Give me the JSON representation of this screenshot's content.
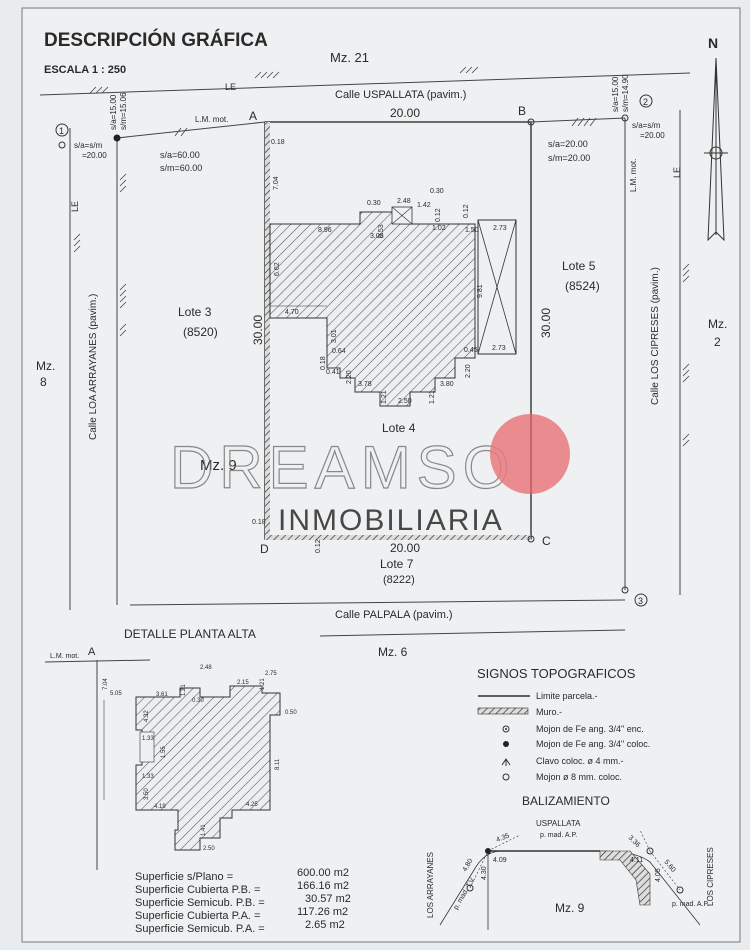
{
  "header": {
    "title": "DESCRIPCIÓN GRÁFICA",
    "scale": "ESCALA 1 : 250"
  },
  "north": "N",
  "blocks": {
    "top": "Mz. 21",
    "left": "Mz.",
    "left_num": "8",
    "right": "Mz.",
    "right_num": "2",
    "center": "Mz. 9",
    "bottom": "Mz. 6"
  },
  "streets": {
    "top": "Calle USPALLATA (pavim.)",
    "left": "Calle LOA ARRAYANES (pavim.)",
    "right": "Calle LOS CIPRESES (pavim.)",
    "bottom": "Calle PALPALA (pavim.)"
  },
  "plan": {
    "corners": {
      "a": "A",
      "b": "B",
      "c": "C",
      "d": "D"
    },
    "top_len": "20.00",
    "bottom_len": "20.00",
    "left_len": "30.00",
    "right_len": "30.00",
    "le": "LE",
    "lm_mot": "L.M. mot.",
    "sa_left1": "s/a=s/m",
    "sa_left2": "=20.00",
    "sa_a1": "s/a=60.00",
    "sa_a2": "s/m=60.00",
    "sa_vert_a1": "s/a=15.00",
    "sa_vert_a2": "s/m=15.06",
    "sa_b1": "s/a=20.00",
    "sa_b2": "s/m=20.00",
    "sa_vert_b1": "s/a=15.00",
    "sa_vert_b2": "s/m=14.90",
    "sa_right1": "s/a=s/m",
    "sa_right2": "=20.00",
    "circles": [
      "1",
      "2",
      "3"
    ],
    "lotes": {
      "l3": "Lote 3",
      "l3n": "(8520)",
      "l4": "Lote 4",
      "l5": "Lote 5",
      "l5n": "(8524)",
      "l7": "Lote 7",
      "l7n": "(8222)"
    },
    "dims": [
      "0.18",
      "7.04",
      "8.96",
      "6.62",
      "4.70",
      "0.30",
      "2.48",
      "0.30",
      "1.42",
      "0.53",
      "0.12",
      "0.12",
      "3.08",
      "1.02",
      "1.50",
      "2.73",
      "9.81",
      "0.45",
      "2.73",
      "3.01",
      "0.64",
      "0.18",
      "0.41",
      "2.20",
      "3.78",
      "1.21",
      "2.50",
      "1.21",
      "3.80",
      "2.20",
      "0.18",
      "0.12"
    ]
  },
  "watermark": {
    "line1": "DREAMSO",
    "line2": "INMOBILIARIA"
  },
  "upper_floor": {
    "title": "DETALLE PLANTA ALTA",
    "a": "A",
    "lm": "L.M. mot.",
    "dims": [
      "7.04",
      "5.05",
      "3.61",
      "2.48",
      "1.21",
      "0.30",
      "2.15",
      "2.75",
      "1.21",
      "0.50",
      "4.32",
      "8.11",
      "1.33",
      "1.55",
      "1.33",
      "3.50",
      "4.19",
      "4.25",
      "1.41",
      "2.50"
    ]
  },
  "signos": {
    "title": "SIGNOS TOPOGRAFICOS",
    "items": [
      "Limite parcela.-",
      "Muro.-",
      "Mojon de Fe ang. 3/4\" enc.",
      "Mojon de Fe ang. 3/4\" coloc.",
      "Clavo coloc. ø 4 mm.-",
      "Mojon ø 8 mm. coloc."
    ]
  },
  "balizamiento": {
    "title": "BALIZAMIENTO",
    "street_top": "USPALLATA",
    "street_left": "LOS ARRAYANES",
    "street_right": "LOS CIPRESES",
    "block": "Mz. 9",
    "labels": [
      "p. mad. A.P.",
      "p. mad. T.V.",
      "p. mad. A.P."
    ],
    "dims": [
      "4.35",
      "4.80",
      "4.09",
      "4.30",
      "3.36",
      "5.60",
      "4.11",
      "4.05"
    ]
  },
  "superficies": [
    {
      "label": "Superficie s/Plano =",
      "value": "600.00 m2"
    },
    {
      "label": "Superficie Cubierta P.B. =",
      "value": "166.16 m2"
    },
    {
      "label": "Superficie Semicub. P.B. =",
      "value": "30.57 m2"
    },
    {
      "label": "Superficie Cubierta P.A. =",
      "value": "117.26 m2"
    },
    {
      "label": "Superficie Semicub. P.A. =",
      "value": "2.65 m2"
    }
  ],
  "colors": {
    "paper": "#e9ecef",
    "ink": "#2a2a2a",
    "accent": "#e9656b",
    "watermark": "#8a8a8a"
  }
}
